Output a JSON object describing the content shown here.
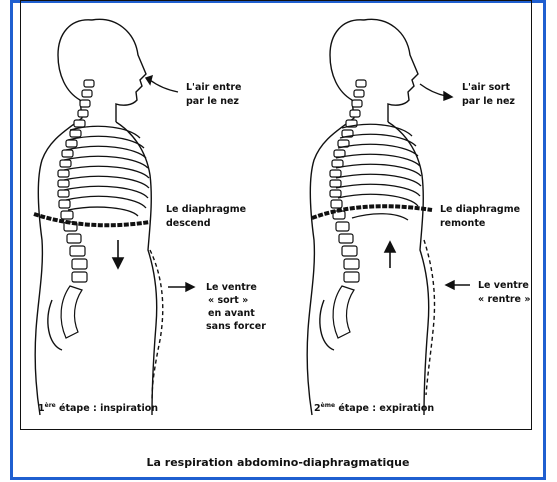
{
  "caption": "La respiration abdomino-diaphragmatique",
  "colors": {
    "frame_border": "#1f5fd0",
    "ink": "#111111",
    "paper": "#ffffff"
  },
  "left_panel": {
    "nose_label_line1": "L'air entre",
    "nose_label_line2": "par le nez",
    "diaphragm_line1": "Le diaphragme",
    "diaphragm_line2": "descend",
    "belly_line1": "Le ventre",
    "belly_line2": "« sort »",
    "belly_line3": "en avant",
    "belly_line4": "sans forcer",
    "step_number": "1",
    "step_sup": "ère",
    "step_text": " étape : inspiration"
  },
  "right_panel": {
    "nose_label_line1": "L'air sort",
    "nose_label_line2": "par le nez",
    "diaphragm_line1": "Le diaphragme",
    "diaphragm_line2": "remonte",
    "belly_line1": "Le ventre",
    "belly_line2": "« rentre »",
    "step_number": "2",
    "step_sup": "ème",
    "step_text": " étape : expiration"
  }
}
